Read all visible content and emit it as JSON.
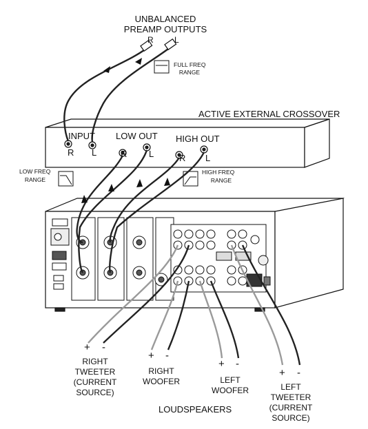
{
  "labels": {
    "preamp_line1": "UNBALANCED",
    "preamp_line2": "PREAMP OUTPUTS",
    "preamp_r": "R",
    "preamp_l": "L",
    "full_freq_line1": "FULL FREQ",
    "full_freq_line2": "RANGE",
    "crossover_title": "ACTIVE EXTERNAL CROSSOVER",
    "input": "INPUT",
    "low_out": "LOW OUT",
    "high_out": "HIGH OUT",
    "in_r": "R",
    "in_l": "L",
    "low_r": "R",
    "low_l": "L",
    "high_r": "R",
    "high_l": "L",
    "low_freq_line1": "LOW FREQ",
    "low_freq_line2": "RANGE",
    "high_freq_line1": "HIGH FREQ",
    "high_freq_line2": "RANGE",
    "loudspeakers": "LOUDSPEAKERS"
  },
  "speakers": [
    {
      "plus": "+",
      "minus": "-",
      "line1": "RIGHT",
      "line2": "TWEETER",
      "line3": "(CURRENT",
      "line4": "SOURCE)"
    },
    {
      "plus": "+",
      "minus": "-",
      "line1": "RIGHT",
      "line2": "WOOFER"
    },
    {
      "plus": "+",
      "minus": "-",
      "line1": "LEFT",
      "line2": "WOOFER"
    },
    {
      "plus": "+",
      "minus": "-",
      "line1": "LEFT",
      "line2": "TWEETER",
      "line3": "(CURRENT",
      "line4": "SOURCE)"
    }
  ],
  "colors": {
    "ink": "#111111",
    "cable_dark": "#222222",
    "cable_gray": "#9a9a9a",
    "panel_fill": "#ffffff"
  },
  "icons": {
    "full_freq_graph": "flat-response-icon",
    "low_freq_graph": "lowpass-response-icon",
    "high_freq_graph": "highpass-response-icon"
  }
}
